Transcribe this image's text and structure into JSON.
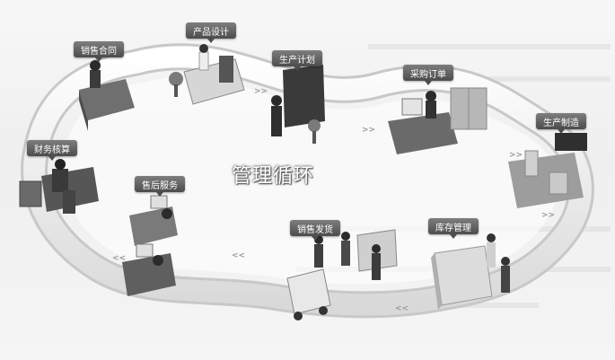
{
  "diagram": {
    "center_title": "管理循环",
    "nodes": [
      {
        "id": "sales-contract",
        "label": "销售合同"
      },
      {
        "id": "product-design",
        "label": "产品设计"
      },
      {
        "id": "production-plan",
        "label": "生产计划"
      },
      {
        "id": "purchase-order",
        "label": "采购订单"
      },
      {
        "id": "production-manufacturing",
        "label": "生产制造"
      },
      {
        "id": "inventory-management",
        "label": "库存管理"
      },
      {
        "id": "sales-delivery",
        "label": "销售发货"
      },
      {
        "id": "after-sales-service",
        "label": "售后服务"
      },
      {
        "id": "financial-accounting",
        "label": "财务核算"
      }
    ],
    "flow_arrow_glyph": ">>"
  }
}
